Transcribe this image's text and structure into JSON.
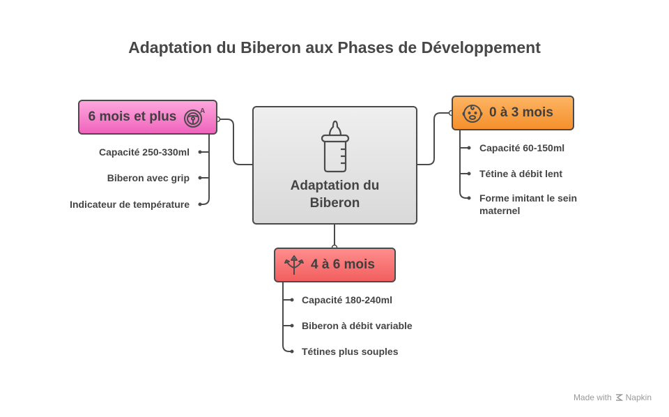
{
  "title": "Adaptation du Biberon aux Phases de Développement",
  "center": {
    "line1": "Adaptation du",
    "line2": "Biberon",
    "icon": "baby-bottle-icon"
  },
  "phases": [
    {
      "label": "6 mois et plus",
      "icon": "steering-wheel-icon",
      "color": "#f47ac8",
      "items": [
        "Capacité 250-330ml",
        "Biberon avec grip",
        "Indicateur de température"
      ]
    },
    {
      "label": "0 à 3 mois",
      "icon": "baby-face-icon",
      "color": "#f9a246",
      "items": [
        "Capacité 60-150ml",
        "Tétine à débit lent",
        "Forme imitant le sein maternel"
      ]
    },
    {
      "label": "4 à 6 mois",
      "icon": "branching-arrows-icon",
      "color": "#f87676",
      "items": [
        "Capacité 180-240ml",
        "Biberon à débit variable",
        "Tétines plus souples"
      ]
    }
  ],
  "footer": {
    "made_with": "Made with",
    "brand": "Napkin"
  }
}
